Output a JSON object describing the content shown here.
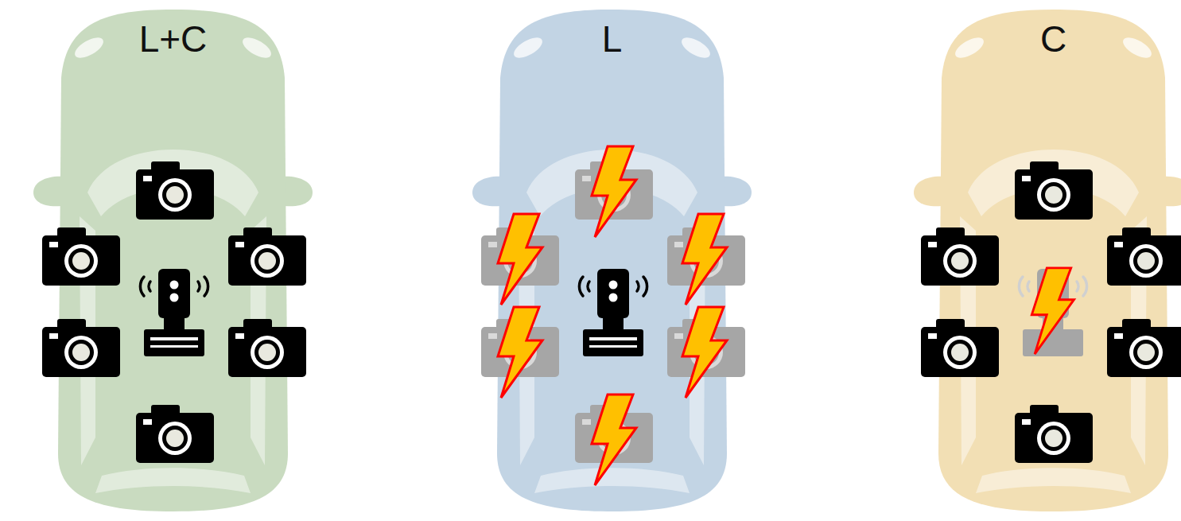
{
  "diagram": {
    "nodes": [
      {
        "text": [
          "L+C"
        ]
      },
      {
        "text": [
          "L"
        ]
      },
      {
        "text": [
          "C"
        ]
      }
    ]
  }
}
